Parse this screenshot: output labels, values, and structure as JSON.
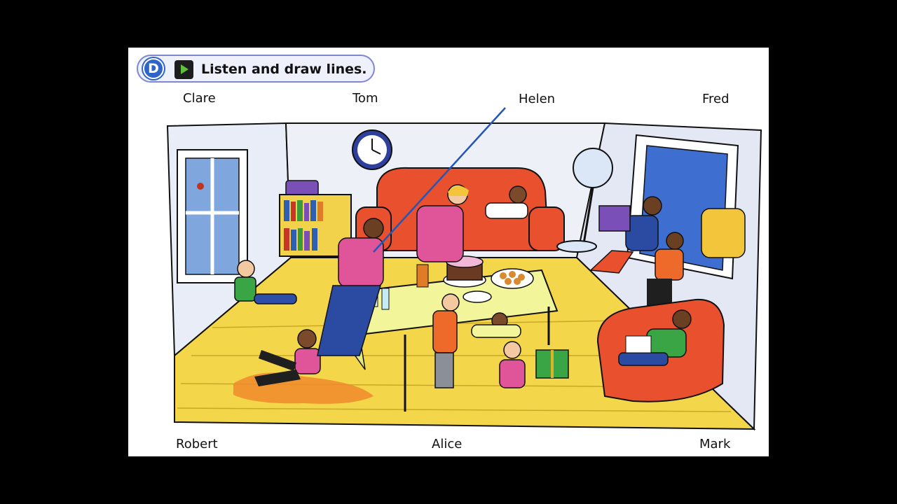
{
  "exercise": {
    "badge": "D",
    "play_icon": "play-icon",
    "instruction": "Listen and draw lines."
  },
  "names": {
    "clare": "Clare",
    "tom": "Tom",
    "helen": "Helen",
    "fred": "Fred",
    "robert": "Robert",
    "alice": "Alice",
    "mark": "Mark"
  },
  "colors": {
    "answer_line": "#2456b8",
    "badge_blue": "#2f64c8",
    "play_green": "#5fc13a",
    "floor": "#f4d64a",
    "sofa": "#e9502d"
  }
}
